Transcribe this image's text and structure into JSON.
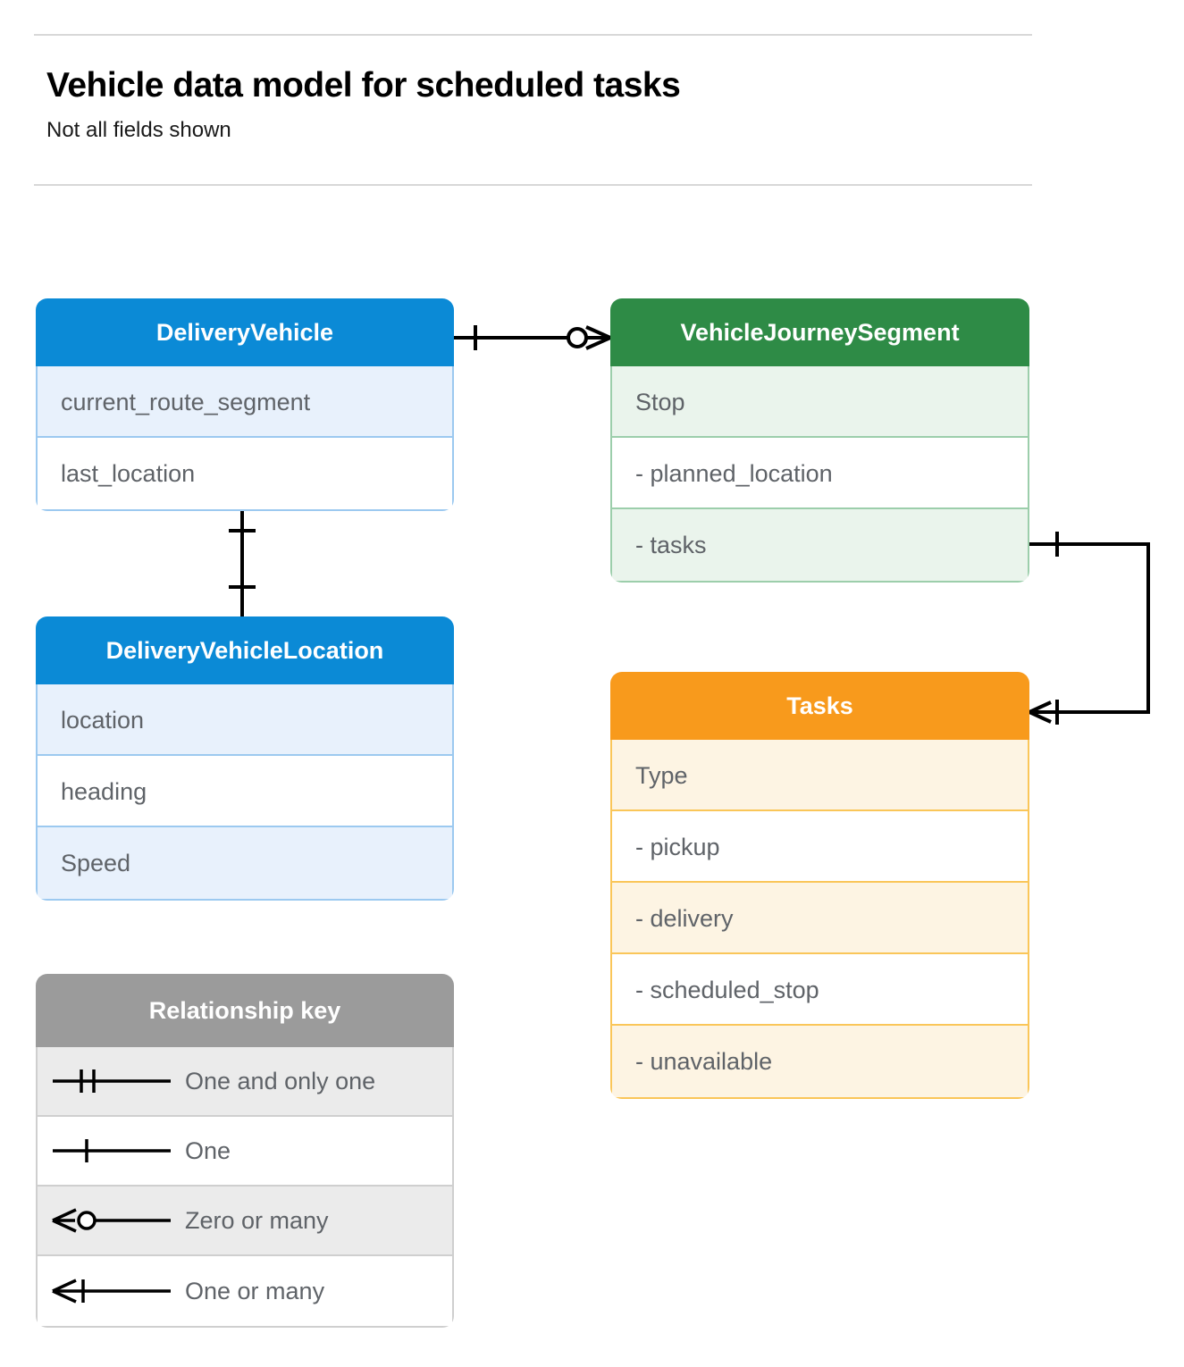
{
  "header": {
    "title": "Vehicle data model for scheduled tasks",
    "subtitle": "Not all fields shown"
  },
  "colors": {
    "blue": "#0b8ad6",
    "blue_tint": "#e8f1fc",
    "blue_border": "#9cc9f0",
    "green": "#2e8b46",
    "green_tint": "#eaf4ec",
    "green_border": "#9cceab",
    "orange": "#f89a1c",
    "orange_tint": "#fdf4e3",
    "orange_border": "#fac659",
    "gray": "#9b9b9b",
    "gray_tint": "#ebebeb",
    "text": "#5f6368",
    "line": "#000000"
  },
  "entities": {
    "delivery_vehicle": {
      "title": "DeliveryVehicle",
      "fields": [
        "current_route_segment",
        "last_location"
      ]
    },
    "vehicle_journey_segment": {
      "title": "VehicleJourneySegment",
      "fields": [
        "Stop",
        "-  planned_location",
        "- tasks"
      ]
    },
    "delivery_vehicle_location": {
      "title": "DeliveryVehicleLocation",
      "fields": [
        "location",
        "heading",
        "Speed"
      ]
    },
    "tasks": {
      "title": "Tasks",
      "fields": [
        "Type",
        "-  pickup",
        "-  delivery",
        "-  scheduled_stop",
        "-  unavailable"
      ]
    }
  },
  "legend": {
    "title": "Relationship key",
    "items": [
      {
        "symbol": "one-and-only-one",
        "label": "One and only one"
      },
      {
        "symbol": "one",
        "label": "One"
      },
      {
        "symbol": "zero-or-many",
        "label": "Zero or many"
      },
      {
        "symbol": "one-or-many",
        "label": "One or many"
      }
    ]
  },
  "relationships": [
    {
      "from": "DeliveryVehicle",
      "to": "VehicleJourneySegment",
      "from_cardinality": "One",
      "to_cardinality": "Zero or many"
    },
    {
      "from": "DeliveryVehicle",
      "to": "DeliveryVehicleLocation",
      "from_cardinality": "One",
      "to_cardinality": "One"
    },
    {
      "from": "VehicleJourneySegment",
      "to": "Tasks",
      "from_cardinality": "One",
      "to_cardinality": "One or many"
    }
  ]
}
